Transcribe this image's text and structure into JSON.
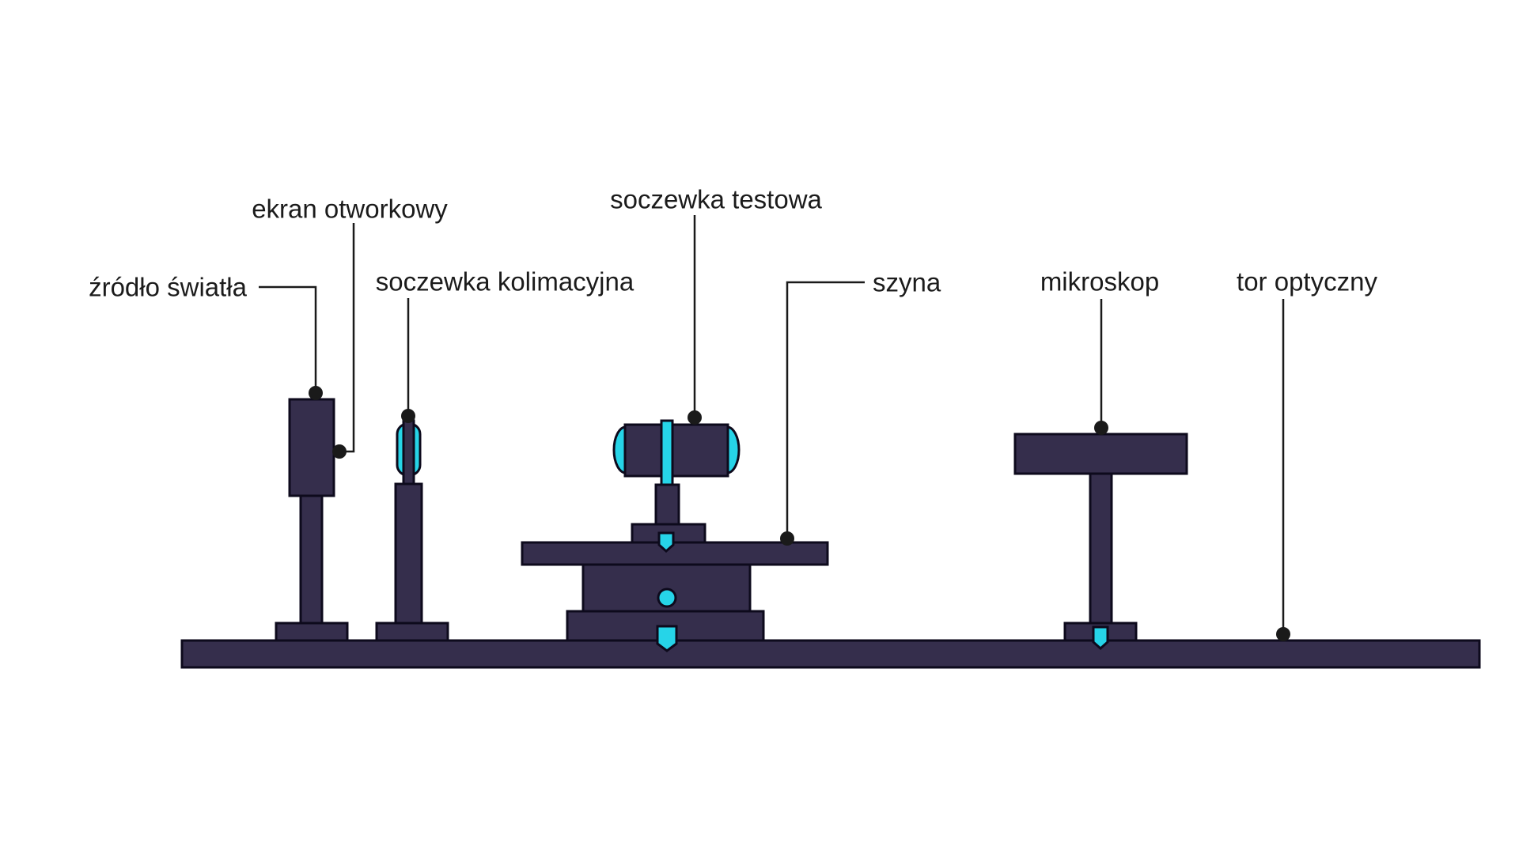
{
  "labels": {
    "zrodlo_swiatla": "źródło światła",
    "ekran_otworkowy": "ekran otworkowy",
    "soczewka_kolimacyjna": "soczewka kolimacyjna",
    "soczewka_testowa": "soczewka testowa",
    "szyna": "szyna",
    "mikroskop": "mikroskop",
    "tor_optyczny": "tor optyczny"
  },
  "colors": {
    "dark": "#352e4c",
    "cyan": "#26d4e8",
    "outline": "#0d0a1c",
    "line": "#1a1a1a",
    "text": "#1b1b1b",
    "bg": "#ffffff"
  }
}
